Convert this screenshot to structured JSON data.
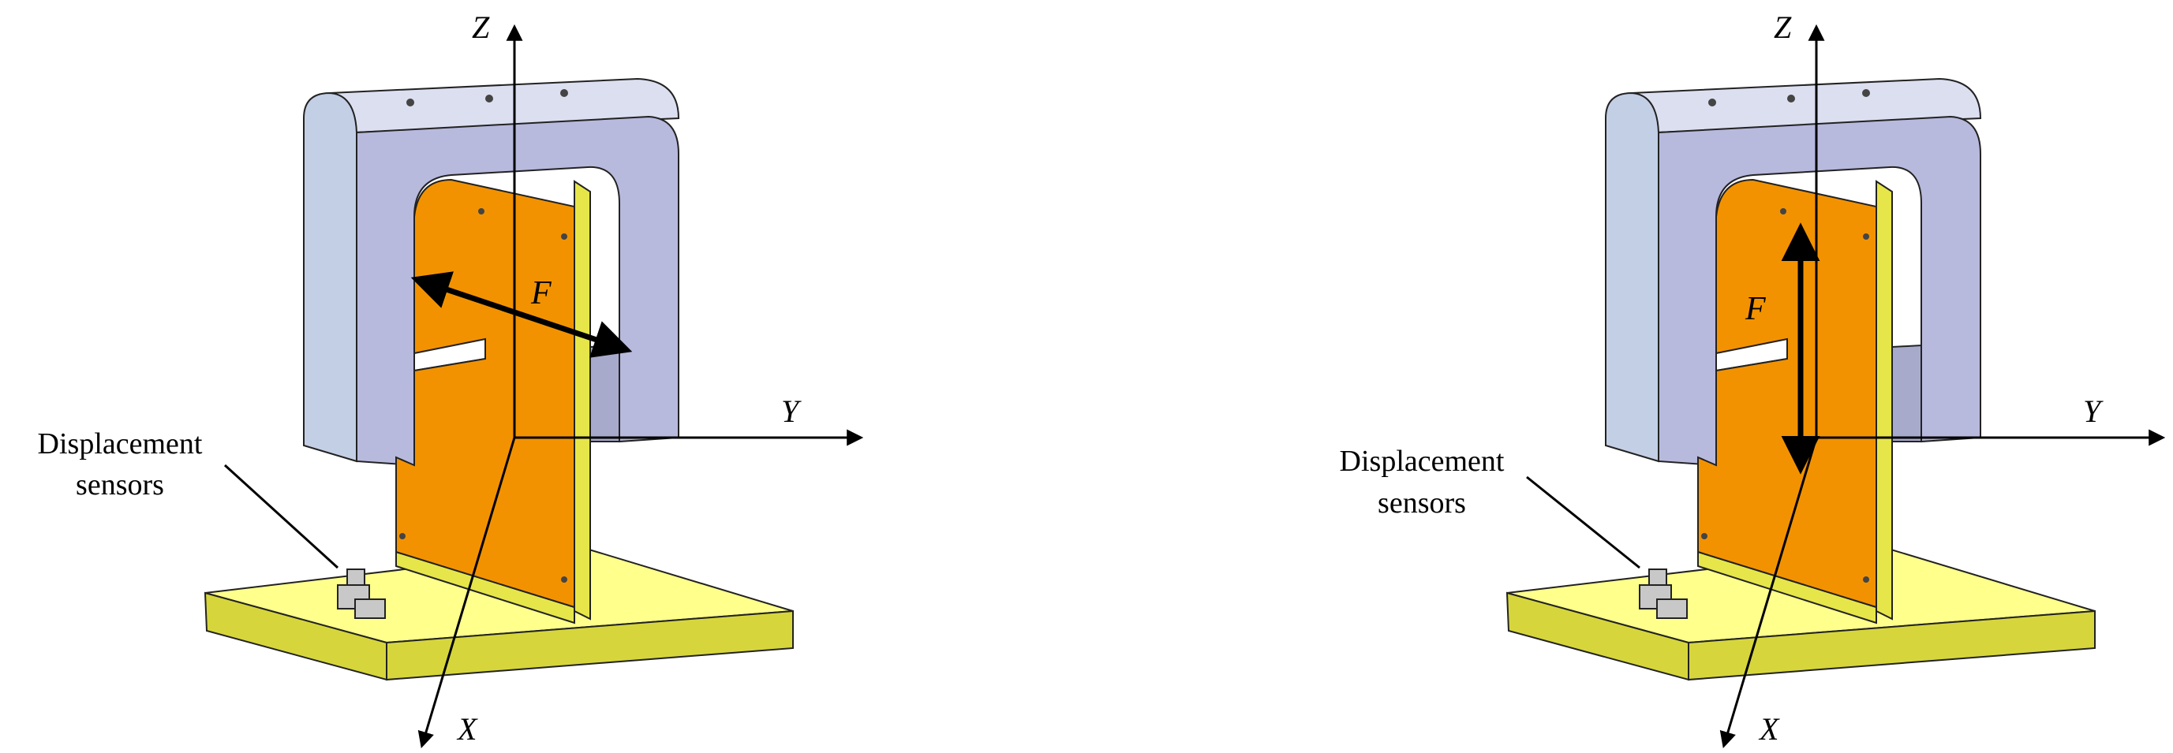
{
  "colors": {
    "frame_front": "#b7b9dd",
    "frame_side": "#c3cfe5",
    "frame_top": "#dcdff0",
    "frame_inner": "#a8aacc",
    "plate": "#f39200",
    "plate_edge": "#e6e64a",
    "base_top": "#ffff8c",
    "base_side": "#d6d63c",
    "sensor": "#c8c8c8",
    "outline": "#222222",
    "arrow": "#000000"
  },
  "panels": [
    {
      "id": "left",
      "axes": {
        "x": "X",
        "y": "Y",
        "z": "Z"
      },
      "force": {
        "label": "F",
        "direction": "horizontal-x"
      },
      "sensor_label": [
        "Displacement",
        "sensors"
      ]
    },
    {
      "id": "right",
      "axes": {
        "x": "X",
        "y": "Y",
        "z": "Z"
      },
      "force": {
        "label": "F",
        "direction": "vertical-z"
      },
      "sensor_label": [
        "Displacement",
        "sensors"
      ]
    }
  ]
}
